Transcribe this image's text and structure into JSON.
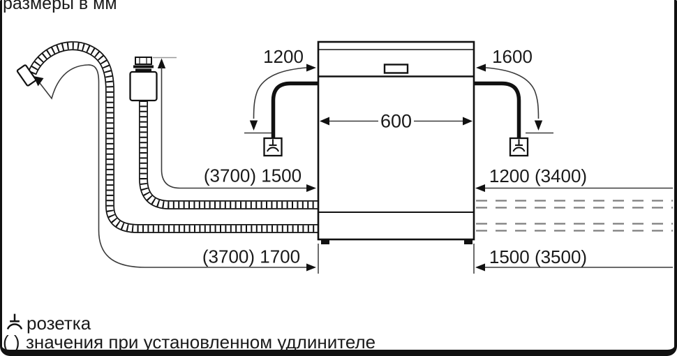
{
  "title": "размеры в мм",
  "colors": {
    "line": "#1a1a1a",
    "thin_line": "#3a3a3a",
    "dashed_hose": "#7d7d7d",
    "background": "#ffffff"
  },
  "dimensions": {
    "appliance_width": "600",
    "left_cord_height": "1200",
    "right_cord_height": "1600",
    "left_hose_upper": "(3700) 1500",
    "left_hose_lower": "(3700) 1700",
    "right_hose_upper": "1200 (3400)",
    "right_hose_lower": "1500 (3500)"
  },
  "legend": {
    "socket_icon": "socket-icon",
    "socket": "розетка",
    "parentheses_symbol": "( )",
    "parentheses": "значения при установленном удлинителе"
  }
}
